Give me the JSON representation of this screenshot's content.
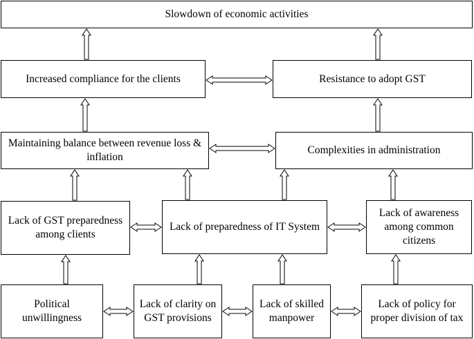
{
  "nodes": {
    "slowdown": "Slowdown of economic activities",
    "compliance": "Increased compliance for the clients",
    "resistance": "Resistance to adopt GST",
    "balance": "Maintaining balance between revenue loss & inflation",
    "complexities": "Complexities in administration",
    "gst_prep": "Lack of GST preparedness among clients",
    "it_system": "Lack of preparedness of IT System",
    "awareness": "Lack of awareness among common citizens",
    "political": "Political unwillingness",
    "clarity": "Lack of clarity on GST provisions",
    "manpower": "Lack of skilled manpower",
    "policy": "Lack of policy for proper division of tax"
  }
}
